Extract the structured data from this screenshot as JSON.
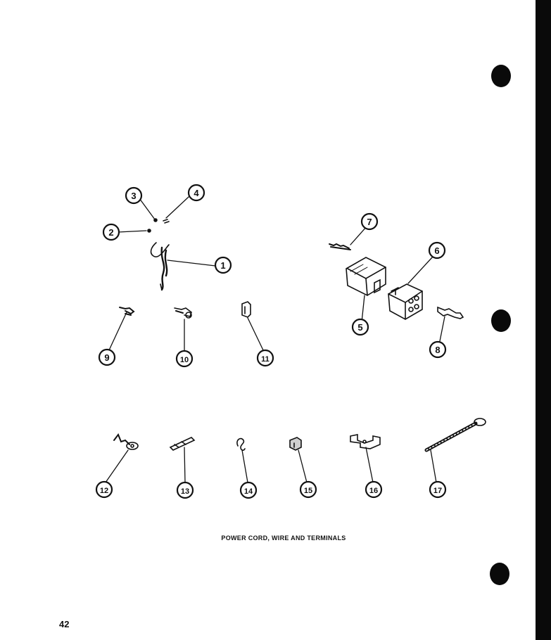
{
  "caption": "POWER CORD, WIRE AND TERMINALS",
  "page_number": "42",
  "callouts": [
    "1",
    "2",
    "3",
    "4",
    "5",
    "6",
    "7",
    "8",
    "9",
    "10",
    "11",
    "12",
    "13",
    "14",
    "15",
    "16",
    "17"
  ]
}
